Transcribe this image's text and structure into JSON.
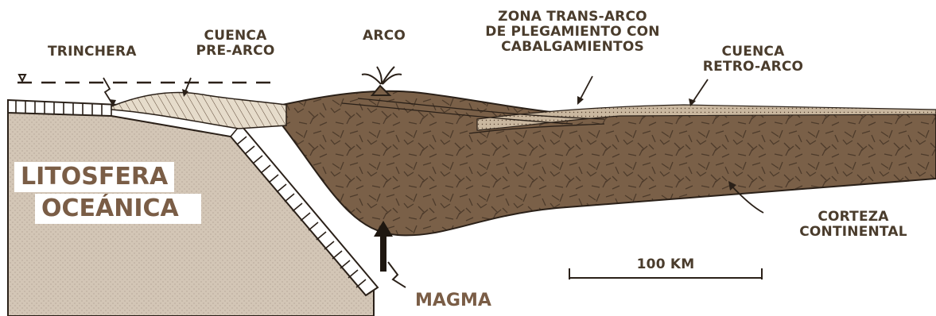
{
  "colors": {
    "continental_crust": "#7a6048",
    "oceanic_lithosphere": "#d3c6b6",
    "sediment": "#e6dccb",
    "outline": "#2a2018",
    "label_dark": "#4a3c2c",
    "label_brown": "#7a5d46"
  },
  "labels": {
    "trinchera": "TRINCHERA",
    "cuenca_pre_arco": [
      "CUENCA",
      "PRE-ARCO"
    ],
    "arco": "ARCO",
    "zona_trans_arco": [
      "ZONA TRANS-ARCO",
      "DE PLEGAMIENTO CON",
      "CABALGAMIENTOS"
    ],
    "cuenca_retro_arco": [
      "CUENCA",
      "RETRO-ARCO"
    ],
    "litosfera_oceanica": [
      "LITOSFERA",
      "OCEÁNICA"
    ],
    "corteza_continental": [
      "CORTEZA",
      "CONTINENTAL"
    ],
    "scale_bar": "100 KM",
    "magma": "MAGMA"
  },
  "icons": {
    "sea_level": "sea-level-symbol",
    "volcano": "volcano-icon",
    "magma_arrow": "upward-arrow-icon"
  }
}
